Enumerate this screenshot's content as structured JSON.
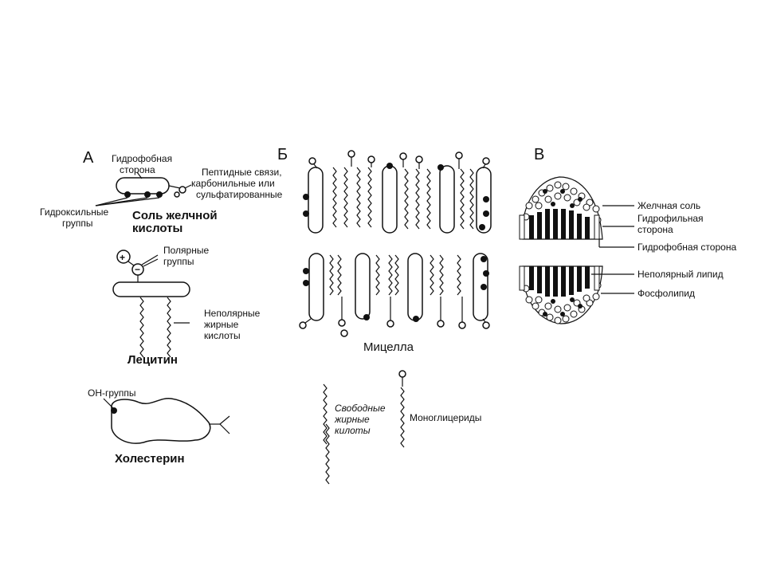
{
  "panels": {
    "a": {
      "letter": "А",
      "bile_salt": {
        "hydrophobic_side": [
          "Гидрофобная",
          "сторона"
        ],
        "peptide_bonds": [
          "Пептидные связи,",
          "карбонильные или",
          "сульфатированные"
        ],
        "hydroxyl_groups": [
          "Гидроксильные",
          "группы"
        ],
        "title": [
          "Соль желчной",
          "кислоты"
        ]
      },
      "lecithin": {
        "polar_groups": [
          "Полярные",
          "группы"
        ],
        "nonpolar_fatty_acids": [
          "Неполярные",
          "жирные",
          "кислоты"
        ],
        "title": "Лецитин",
        "plus_sign": "+",
        "minus_sign": "−"
      },
      "cholesterol": {
        "oh_groups": "ОН-группы",
        "title": "Холестерин"
      }
    },
    "b": {
      "letter": "Б",
      "micelle_title": "Мицелла",
      "free_fatty_acids": [
        "Свободные",
        "жирные",
        "килоты"
      ],
      "monoglycerides": "Моноглицериды"
    },
    "c": {
      "letter": "В",
      "labels": [
        "Желчная соль",
        "Гидрофильная",
        "сторона",
        "Гидрофобная сторона",
        "Неполярный липид",
        "Фосфолипид"
      ]
    }
  }
}
